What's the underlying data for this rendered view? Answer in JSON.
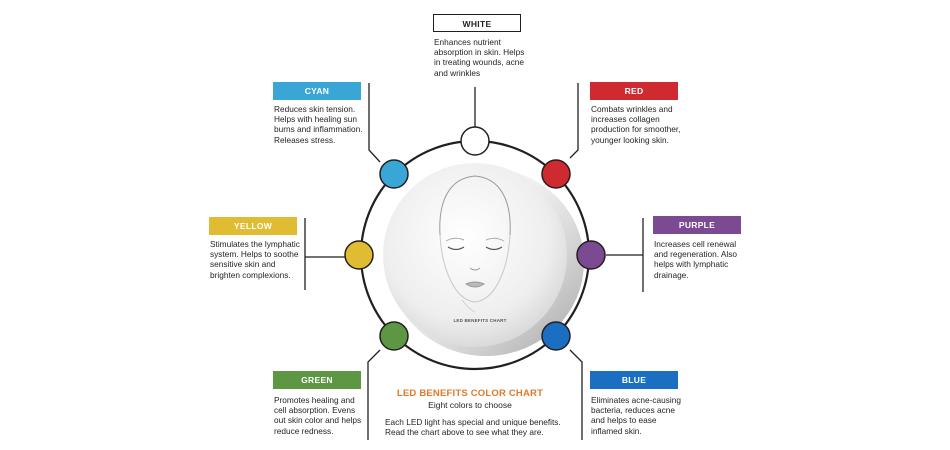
{
  "colors": {
    "white": "#ffffff",
    "red": "#cf2a30",
    "purple": "#7b4a93",
    "blue": "#1a6fc2",
    "green": "#5e9744",
    "yellow": "#e0bc33",
    "cyan": "#3aa6d6"
  },
  "items": {
    "white": {
      "label": "WHITE",
      "desc": [
        "Enhances nutrient",
        "absorption in skin. Helps",
        "in treating wounds, acne",
        "and wrinkles"
      ]
    },
    "red": {
      "label": "RED",
      "desc": [
        "Combats wrinkles and",
        "increases collagen",
        "production for smoother,",
        "younger looking skin."
      ]
    },
    "purple": {
      "label": "PURPLE",
      "desc": [
        "Increases cell renewal",
        "and regeneration. Also",
        "helps with lymphatic",
        "drainage."
      ]
    },
    "blue": {
      "label": "BLUE",
      "desc": [
        "Eliminates acne-causing",
        "bacteria, reduces acne",
        "and helps to ease",
        "inflamed skin."
      ]
    },
    "green": {
      "label": "GREEN",
      "desc": [
        "Promotes healing and",
        "cell absorption. Evens",
        "out skin color and helps",
        "reduce redness."
      ]
    },
    "yellow": {
      "label": "YELLOW",
      "desc": [
        "Stimulates the lymphatic",
        "system. Helps to soothe",
        "sensitive skin and",
        "brighten complexions."
      ]
    },
    "cyan": {
      "label": "CYAN",
      "desc": [
        "Reduces skin tension.",
        "Helps with healing sun",
        "burns and inflammation.",
        "Releases stress."
      ]
    }
  },
  "face_label": "LED BENEFITS CHART",
  "caption": {
    "title": "LED BENEFITS COLOR CHART",
    "subtitle": "Eight colors to choose",
    "body": [
      "Each LED light has special and unique benefits.",
      "Read the chart above to see what they are."
    ]
  }
}
